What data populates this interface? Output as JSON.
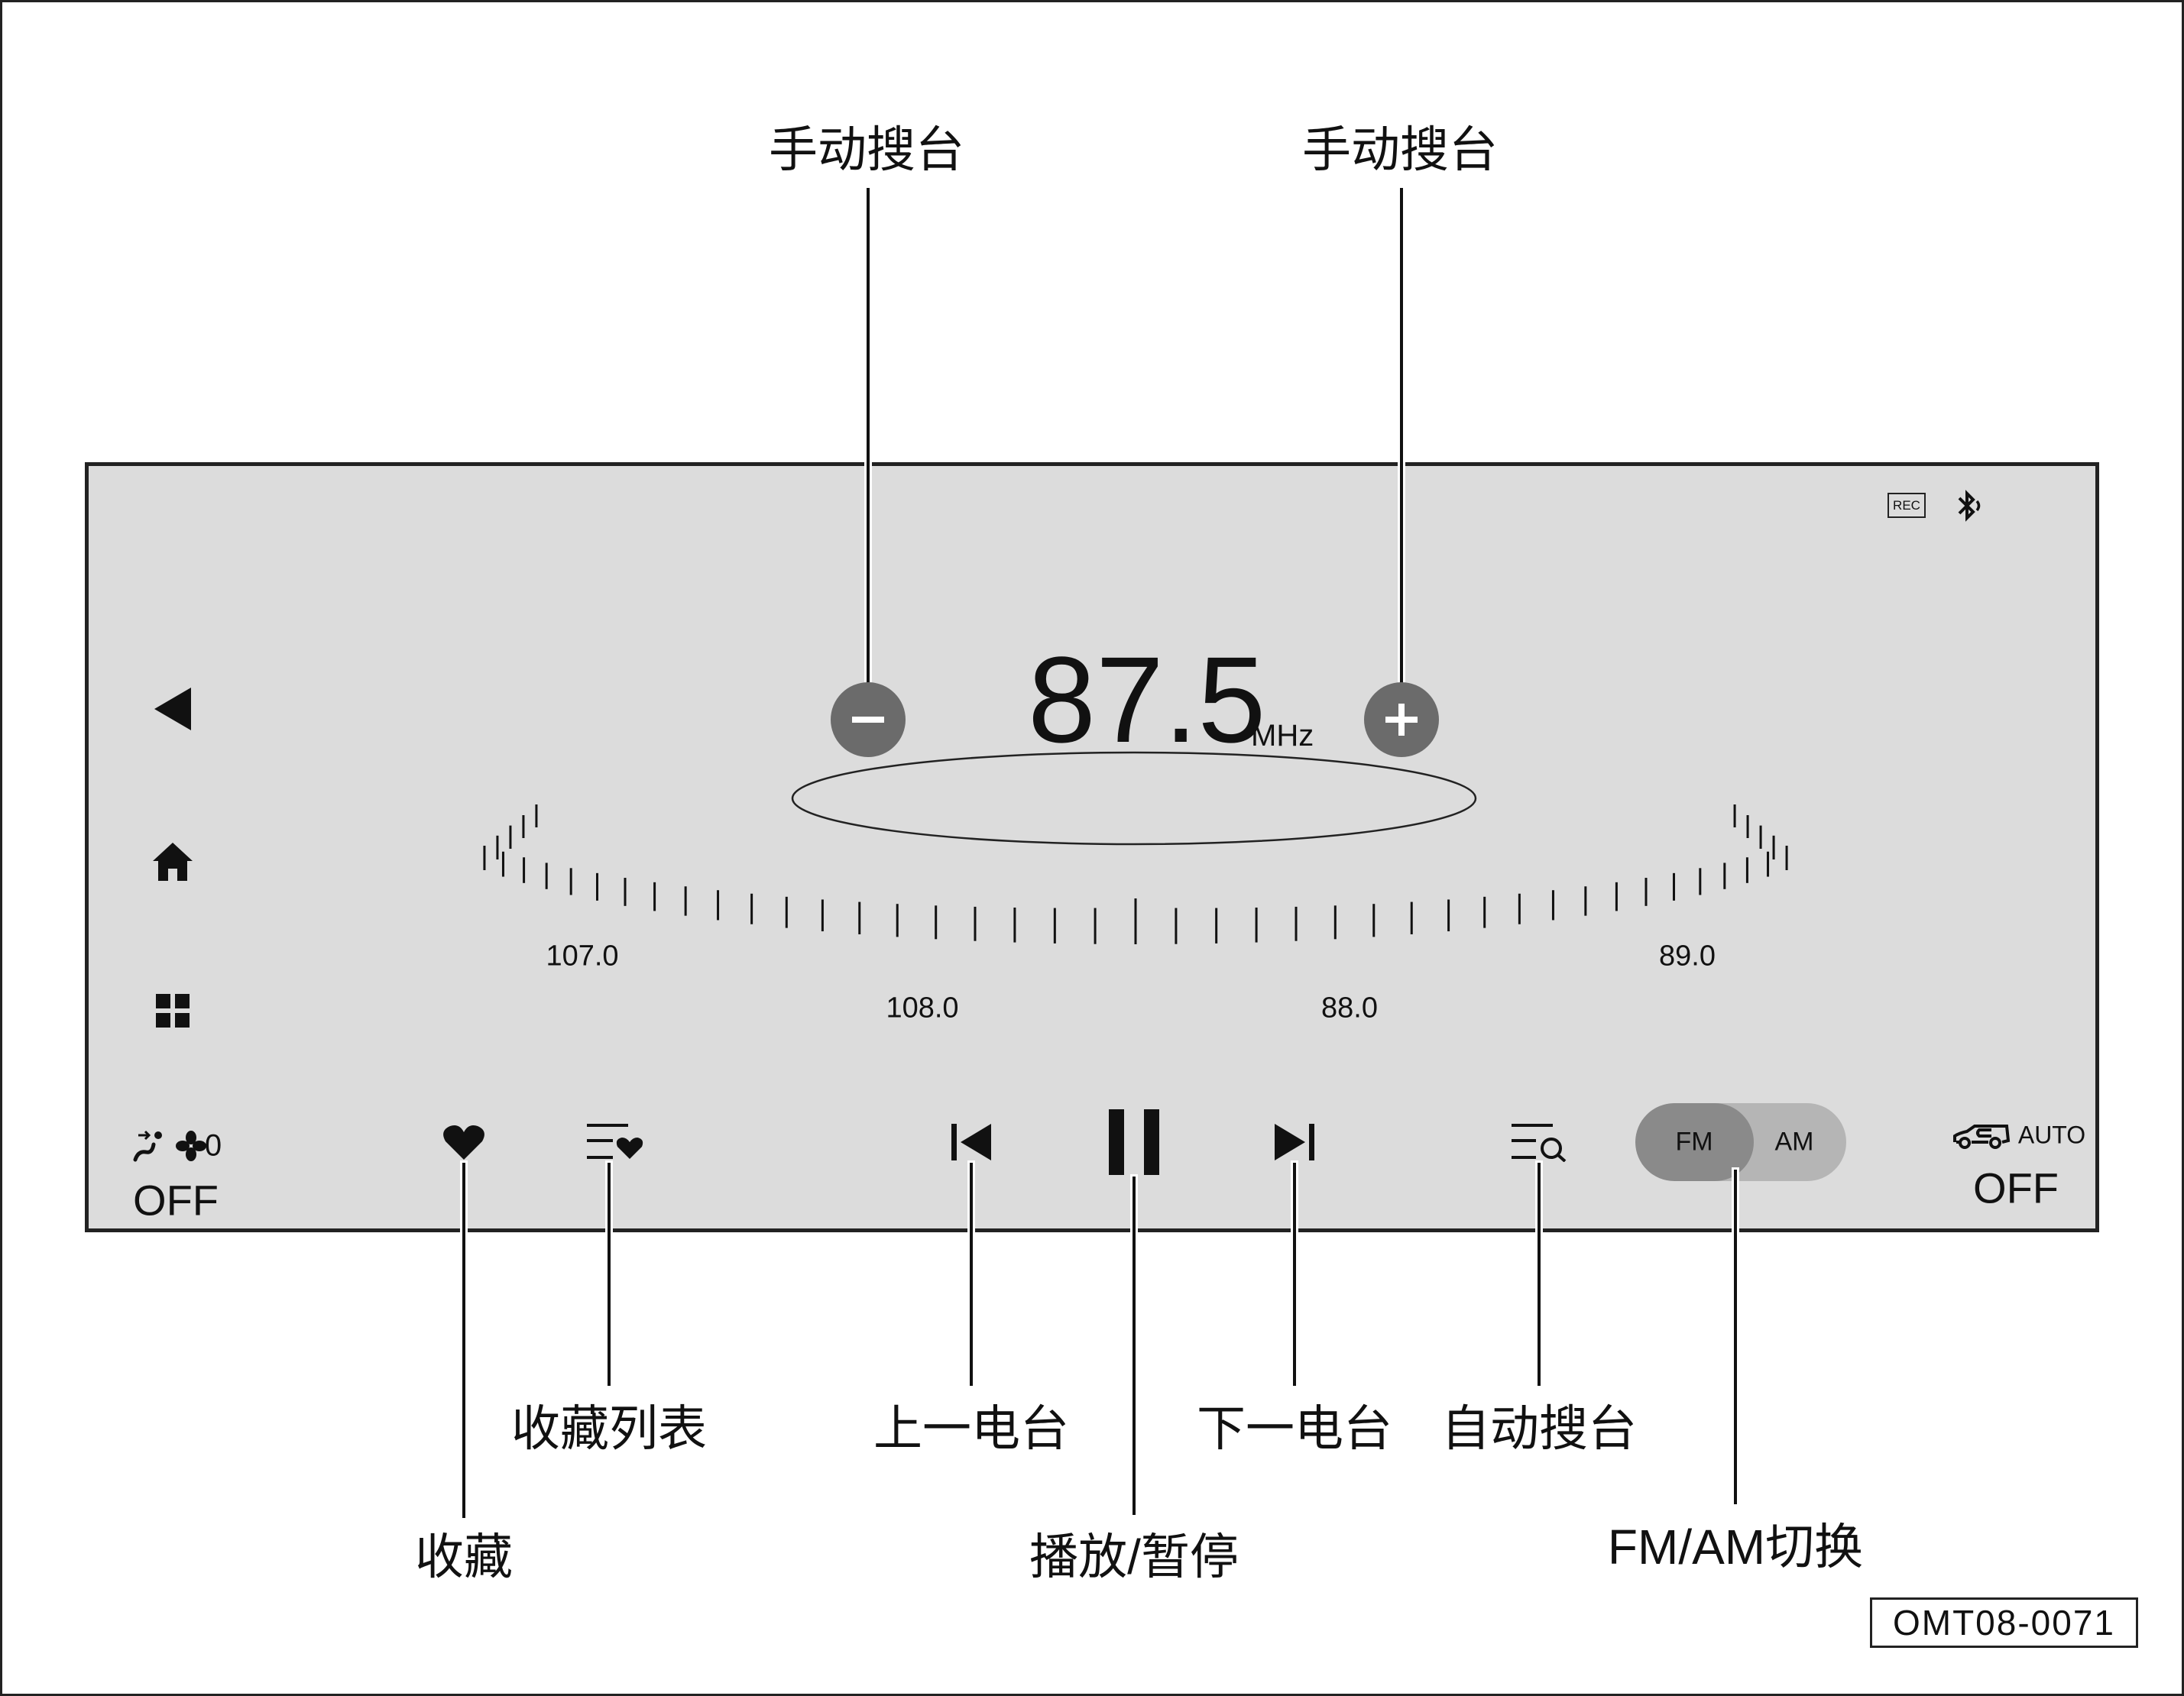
{
  "callouts": {
    "seek_down": "手动搜台",
    "seek_up": "手动搜台",
    "favorite": "收藏",
    "favorite_list": "收藏列表",
    "prev_station": "上一电台",
    "play_pause": "播放/暂停",
    "next_station": "下一电台",
    "auto_seek": "自动搜台",
    "band_switch": "FM/AM切换"
  },
  "radio": {
    "frequency": "87.5",
    "unit": "MHz",
    "dial_labels": [
      "107.0",
      "108.0",
      "88.0",
      "89.0"
    ],
    "band_options": [
      "FM",
      "AM"
    ],
    "selected_band": "FM"
  },
  "status": {
    "rec": "REC",
    "bluetooth_icon": "bluetooth-audio-icon"
  },
  "nav": {
    "icons": [
      "back-icon",
      "home-icon",
      "apps-grid-icon"
    ]
  },
  "climate_left": {
    "fan_level": "0",
    "state": "OFF"
  },
  "climate_right": {
    "mode": "AUTO",
    "state": "OFF"
  },
  "figure_code": "OMT08-0071"
}
